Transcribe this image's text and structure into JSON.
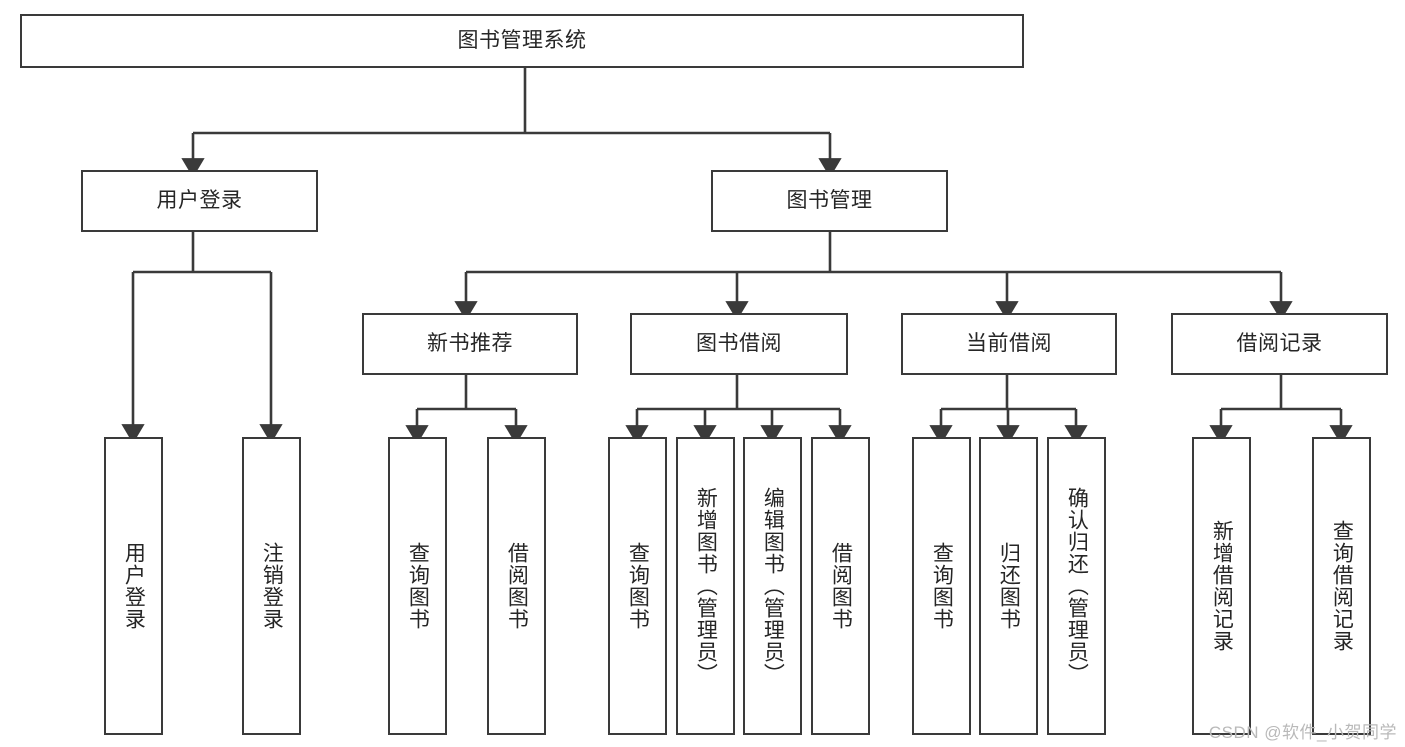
{
  "diagram": {
    "type": "tree-hierarchy-chart",
    "root": {
      "id": "root",
      "label": "图书管理系统"
    },
    "level2": [
      {
        "id": "user-login",
        "label": "用户登录"
      },
      {
        "id": "book-manage",
        "label": "图书管理"
      }
    ],
    "level3": [
      {
        "id": "new-book-recommend",
        "label": "新书推荐",
        "parent": "book-manage"
      },
      {
        "id": "book-borrow",
        "label": "图书借阅",
        "parent": "book-manage"
      },
      {
        "id": "current-borrow",
        "label": "当前借阅",
        "parent": "book-manage"
      },
      {
        "id": "borrow-record",
        "label": "借阅记录",
        "parent": "book-manage"
      }
    ],
    "leaves": [
      {
        "id": "leaf-user-login",
        "label": "用户登录",
        "parent": "user-login"
      },
      {
        "id": "leaf-logout-login",
        "label": "注销登录",
        "parent": "user-login"
      },
      {
        "id": "leaf-query-book-1",
        "label": "查询图书",
        "parent": "new-book-recommend"
      },
      {
        "id": "leaf-borrow-book-1",
        "label": "借阅图书",
        "parent": "new-book-recommend"
      },
      {
        "id": "leaf-query-book-2",
        "label": "查询图书",
        "parent": "book-borrow"
      },
      {
        "id": "leaf-add-book",
        "label": "新增图书（管理员）",
        "parent": "book-borrow"
      },
      {
        "id": "leaf-edit-book",
        "label": "编辑图书（管理员）",
        "parent": "book-borrow"
      },
      {
        "id": "leaf-borrow-book-2",
        "label": "借阅图书",
        "parent": "book-borrow"
      },
      {
        "id": "leaf-query-book-3",
        "label": "查询图书",
        "parent": "current-borrow"
      },
      {
        "id": "leaf-return-book",
        "label": "归还图书",
        "parent": "current-borrow"
      },
      {
        "id": "leaf-confirm-return",
        "label": "确认归还（管理员）",
        "parent": "current-borrow"
      },
      {
        "id": "leaf-add-record",
        "label": "新增借阅记录",
        "parent": "borrow-record"
      },
      {
        "id": "leaf-query-record",
        "label": "查询借阅记录",
        "parent": "borrow-record"
      }
    ]
  },
  "watermark": {
    "text": "CSDN @软件_小贺同学"
  },
  "colors": {
    "stroke": "#3a3a3a",
    "box_fill": "#ffffff",
    "text": "#262626",
    "watermark": "#b9b9b9",
    "background": "#ffffff"
  }
}
